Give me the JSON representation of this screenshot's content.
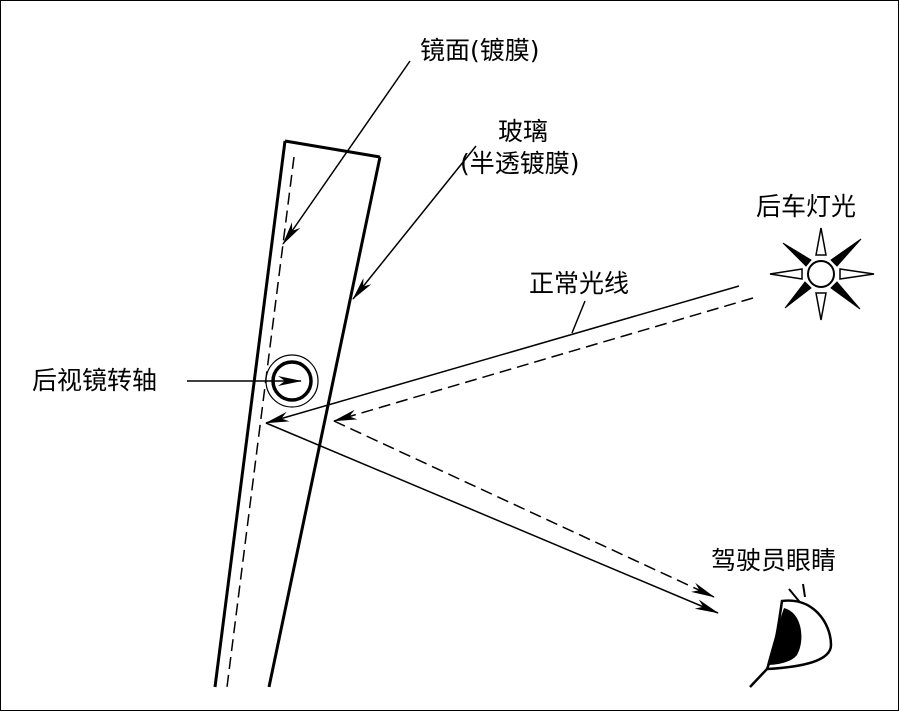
{
  "labels": {
    "mirror_surface": "镜面(镀膜)",
    "glass_line1": "玻璃",
    "glass_line2": "(半透镀膜)",
    "rear_light": "后车灯光",
    "normal_ray": "正常光线",
    "pivot": "后视镜转轴",
    "driver_eye": "驾驶员眼睛"
  },
  "colors": {
    "line": "#000000",
    "background": "#ffffff"
  },
  "icons": {
    "light_source": "sun-burst-icon",
    "eye": "eye-icon"
  }
}
